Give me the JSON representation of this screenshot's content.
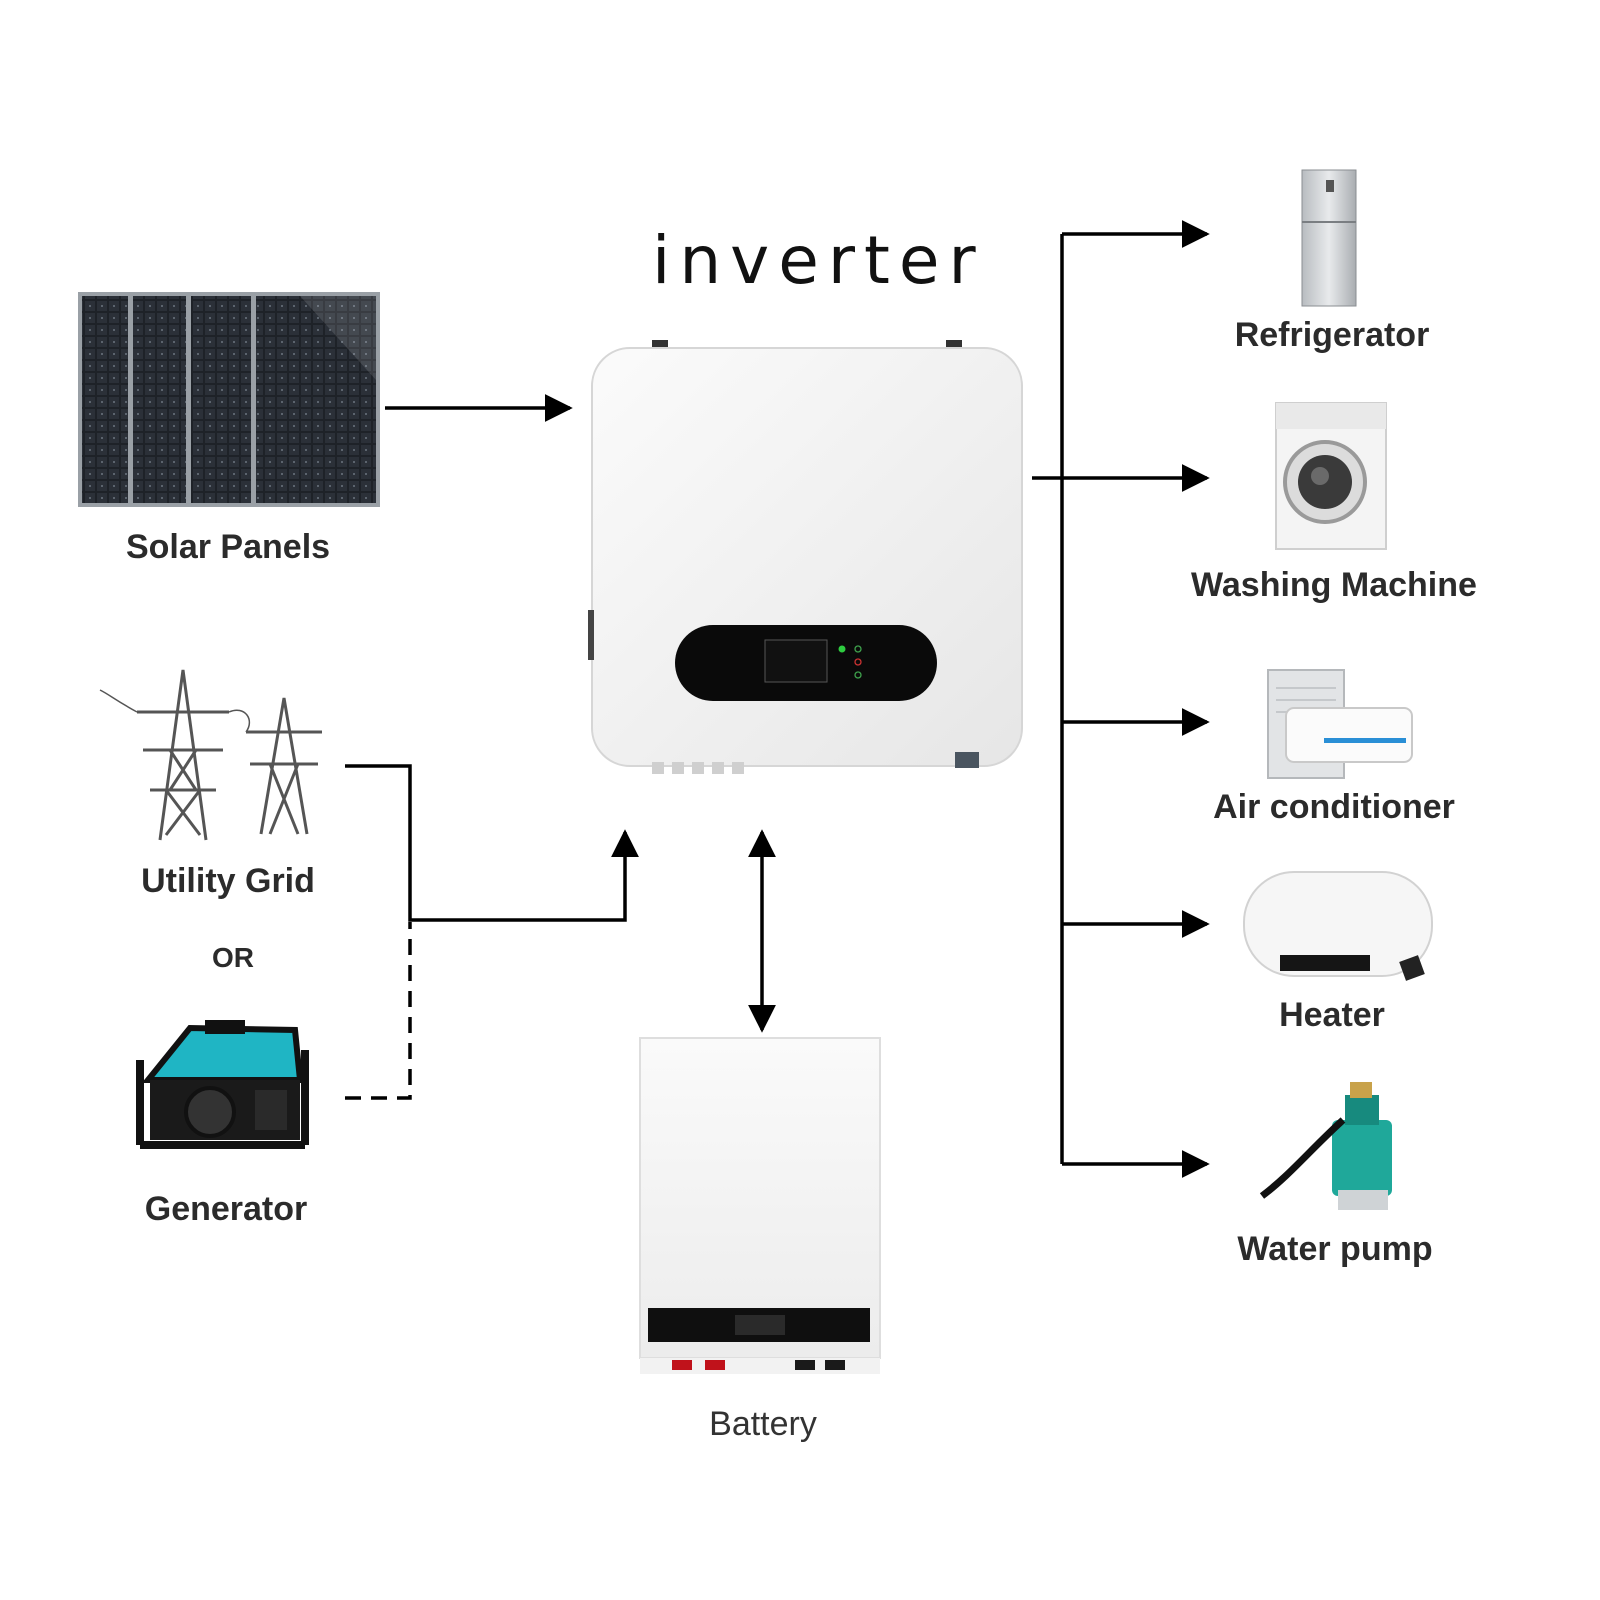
{
  "title": "inverter",
  "sources": {
    "solar": "Solar Panels",
    "grid": "Utility Grid",
    "or": "OR",
    "generator": "Generator"
  },
  "storage": {
    "battery": "Battery"
  },
  "loads": [
    {
      "label": "Refrigerator"
    },
    {
      "label": "Washing Machine"
    },
    {
      "label": "Air conditioner"
    },
    {
      "label": "Heater"
    },
    {
      "label": "Water pump"
    }
  ],
  "colors": {
    "line": "#000000",
    "inverter_body": "#f3f3f3",
    "display": "#0a0a0a",
    "solar_cell": "#1e2228",
    "generator_accent": "#1fb5c4",
    "pump_accent": "#1fa89a",
    "battery_terminal_red": "#c0121b",
    "ac_stripe": "#2a8fd6"
  }
}
